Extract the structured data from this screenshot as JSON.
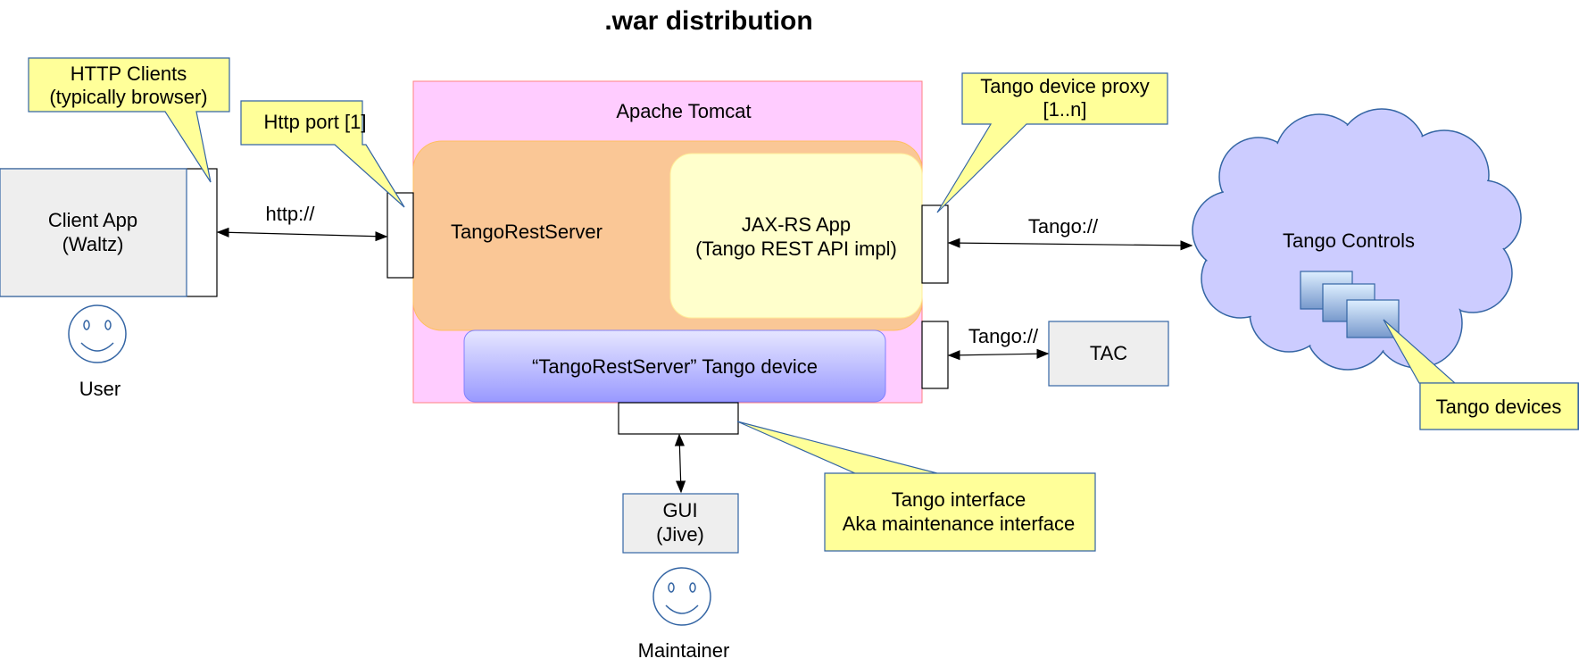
{
  "title": ".war distribution",
  "tomcat": {
    "label": "Apache Tomcat"
  },
  "server": {
    "label": "TangoRestServer"
  },
  "jaxrs": {
    "line1": "JAX-RS App",
    "line2": "(Tango REST API impl)"
  },
  "device": {
    "label": "“TangoRestServer” Tango device"
  },
  "client_app": {
    "line1": "Client App",
    "line2": "(Waltz)"
  },
  "user": {
    "label": "User"
  },
  "gui": {
    "line1": "GUI",
    "line2": "(Jive)"
  },
  "maintainer": {
    "label": "Maintainer"
  },
  "tac": {
    "label": "TAC"
  },
  "cloud": {
    "label": "Tango Controls"
  },
  "connections": {
    "http": "http://",
    "tango_main": "Tango://",
    "tango_tac": "Tango://"
  },
  "callouts": {
    "http_clients": {
      "line1": "HTTP Clients",
      "line2": "(typically browser)"
    },
    "http_port": {
      "label": "Http port [1]"
    },
    "proxy": {
      "line1": "Tango device proxy",
      "line2": "[1..n]"
    },
    "tango_devices": {
      "label": "Tango devices"
    },
    "tango_interface": {
      "line1": "Tango interface",
      "line2": "Aka maintenance interface"
    }
  },
  "colors": {
    "tomcat_fill": "#ffccff",
    "server_fill": "#fac796",
    "jaxrs_fill": "#ffffcc",
    "device_top": "#e4e4ff",
    "device_bottom": "#9999ff",
    "callout_fill": "#ffff99",
    "box_fill": "#eeeeee",
    "cloud_fill": "#ccccff",
    "outline": "#3465a4"
  }
}
